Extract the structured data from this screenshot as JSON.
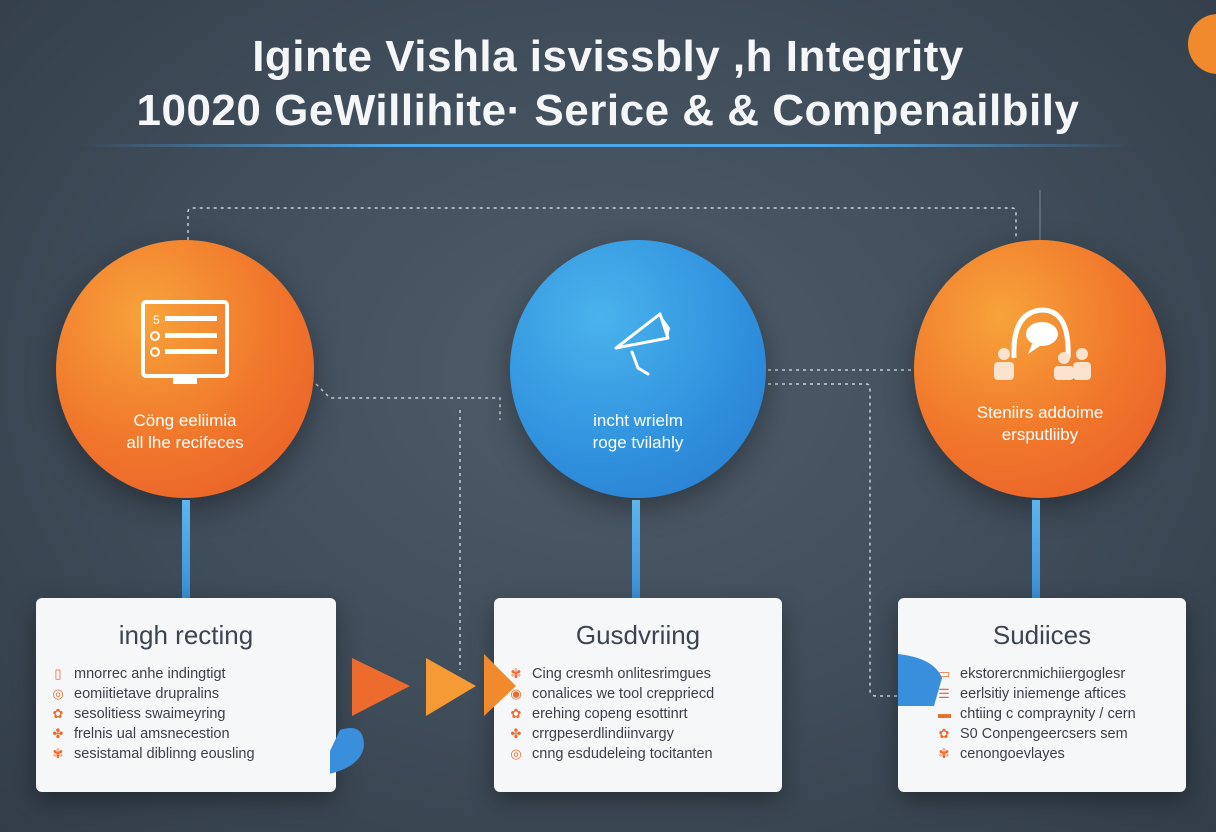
{
  "title": {
    "line1": "Iginte Vishla isvissbly ,h  Integrity",
    "line2": "10020 GeWillihite· Serice & & Compenailbily"
  },
  "colors": {
    "orange": "#f0742b",
    "blue": "#2f8fdd",
    "background": "#3f4c59",
    "card": "#f6f7f9"
  },
  "nodes": [
    {
      "icon": "checklist-monitor-icon",
      "text_line1": "Cöng eeliimia",
      "text_line2": "all lhe recifeces",
      "card_title": "ingh recting",
      "card_items": [
        "mnorrec anhe indingtigt",
        "eomiitietave drupralins",
        "sesolitiess swaimeyring",
        "frelnis ual amsnecestion",
        "sesistamal diblinng eousling"
      ]
    },
    {
      "icon": "megaphone-icon",
      "text_line1": "incht wrielm",
      "text_line2": "roge tvilahly",
      "card_title": "Gusdvriing",
      "card_items": [
        "Cing cresmh onlitesrimgues",
        "conalices we tool creppriecd",
        "erehing copeng esottinrt",
        "crrgpeserdlindiinvargy",
        "cnng esdudeleing tocitanten"
      ]
    },
    {
      "icon": "people-speech-icon",
      "text_line1": "Steniirs addoime",
      "text_line2": "ersputliiby",
      "card_title": "Sudiices",
      "card_items": [
        "ekstorercnmichiiergoglesr",
        "eerlsitiy iniemenge aftices",
        "chtiing c compraynity / cern",
        "S0 Conpengeercsers sem",
        "cenongoevlayes"
      ]
    }
  ]
}
